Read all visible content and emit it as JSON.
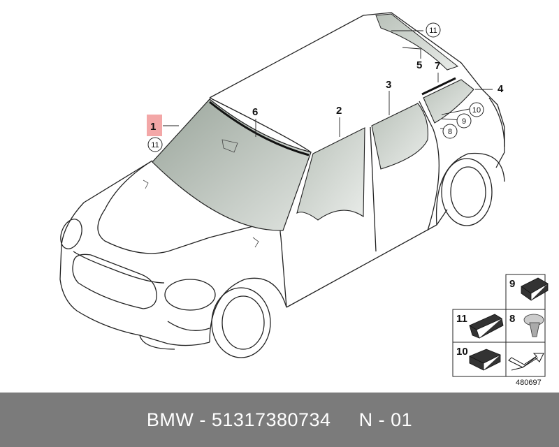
{
  "callouts": {
    "c1": "1",
    "c2": "2",
    "c3": "3",
    "c4": "4",
    "c5": "5",
    "c6": "6",
    "c7": "7",
    "c8": "8",
    "c9": "9",
    "c10": "10",
    "c11a": "11",
    "c11b": "11"
  },
  "parts_box": {
    "p9": "9",
    "p11": "11",
    "p8": "8",
    "p10": "10"
  },
  "reference_number": "480697",
  "footer": {
    "brand": "BMW",
    "sep1": " - ",
    "part_number": "51317380734",
    "gap": "     ",
    "variant": "N - 01"
  },
  "colors": {
    "highlight": "#f3a7a7",
    "glass": "#a9b2a9",
    "footer_bg": "#7b7b7b"
  }
}
